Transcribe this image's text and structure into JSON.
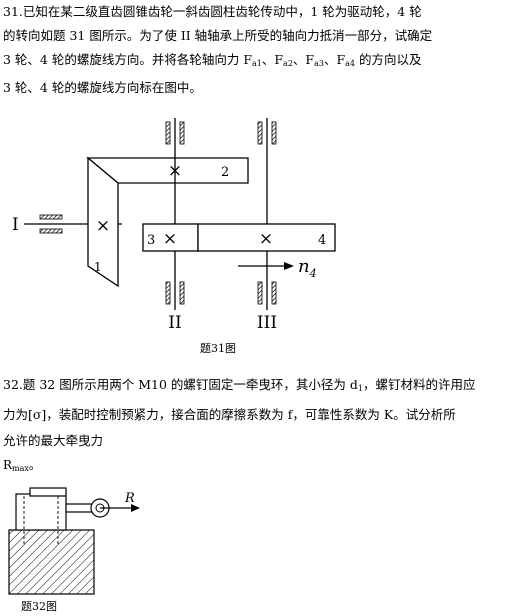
{
  "problem31": {
    "line1": "31.已知在某二级直齿圆锥齿轮一斜齿圆柱齿轮传动中，1 轮为驱动轮，4 轮",
    "line2": "的转向如题 31 图所示。为了使 II 轴轴承上所受的轴向力抵消一部分，试确定",
    "line3_a": "3 轮、4 轮的螺旋线方向。并将各轮轴向力 F",
    "fa1_sub": "a1",
    "sep1": "、F",
    "fa2_sub": "a2",
    "sep2": "、F",
    "fa3_sub": "a3",
    "sep3": "、F",
    "fa4_sub": "a4",
    "line3_b": " 的方向以及",
    "line4": "3 轮、4 轮的螺旋线方向标在图中。",
    "figure": {
      "shaft_I": "I",
      "shaft_II": "II",
      "shaft_III": "III",
      "gear1": "1",
      "gear2": "2",
      "gear3": "3",
      "gear4": "4",
      "n4_main": "n",
      "n4_sub": "4",
      "cross": "×"
    },
    "caption": "题31图"
  },
  "problem32": {
    "line1": "32.题 32 图所示用两个 M10 的螺钉固定一牵曳环，其小径为 d",
    "d1_sub": "1",
    "line1_b": "，螺钉材料的许用应",
    "line2": "力为[σ]，装配时控制预紧力，接合面的摩擦系数为 f，可靠性系数为 K。试分析所",
    "line3": "允许的最大牵曳力",
    "r_main": "R",
    "r_sub": "max",
    "r_end": "。",
    "figure": {
      "force_label": "R"
    },
    "caption": "题32图"
  }
}
